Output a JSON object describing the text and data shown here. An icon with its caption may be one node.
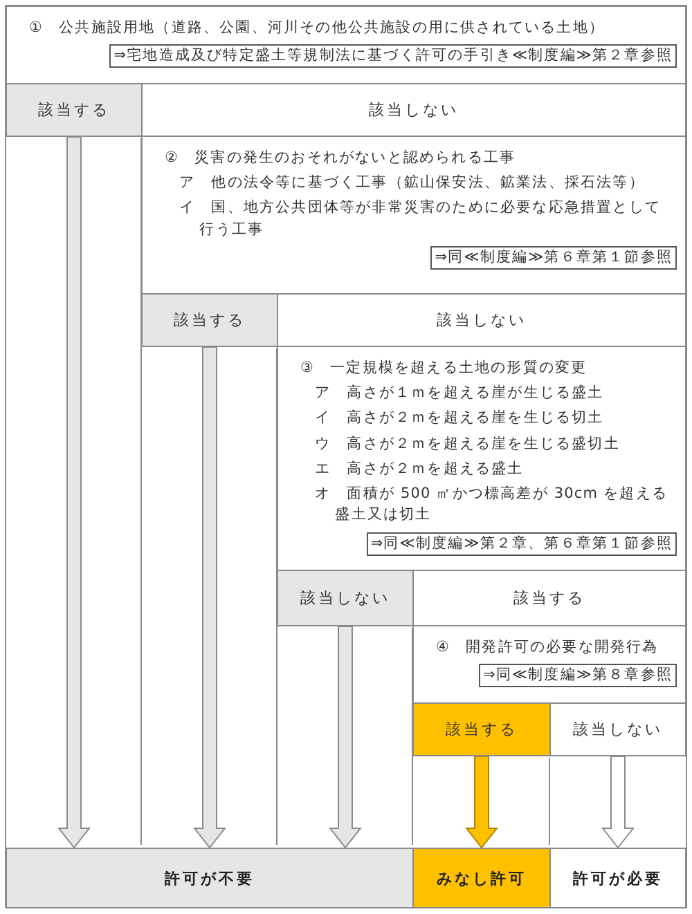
{
  "diagram": {
    "nodes": [
      {
        "text": [
          "①　公共施設用地（道路、公園、河川その他公共施設の用に供されている土地）",
          "⇒宅地造成及び特定盛土等規制法に基づく許可の手引き≪制度編≫第２章参照"
        ]
      },
      {
        "text": [
          "該当する"
        ]
      },
      {
        "text": [
          "該当しない"
        ]
      },
      {
        "text": [
          "②　災害の発生のおそれがないと認められる工事",
          "ア　他の法令等に基づく工事（鉱山保安法、鉱業法、採石法等）",
          "イ　国、地方公共団体等が非常災害のために必要な応急措置として行う工事",
          "⇒同≪制度編≫第６章第１節参照"
        ]
      },
      {
        "text": [
          "該当する"
        ]
      },
      {
        "text": [
          "該当しない"
        ]
      },
      {
        "text": [
          "③　一定規模を超える土地の形質の変更",
          "ア　高さが１ｍを超える崖が生じる盛土",
          "イ　高さが２ｍを超える崖を生じる切土",
          "ウ　高さが２ｍを超える崖を生じる盛切土",
          "エ　高さが２ｍを超える盛土",
          "オ　面積が 500 ㎡かつ標高差が 30cm を超える盛土又は切土",
          "⇒同≪制度編≫第２章、第６章第１節参照"
        ]
      },
      {
        "text": [
          "該当しない"
        ]
      },
      {
        "text": [
          "該当する"
        ]
      },
      {
        "text": [
          "④　開発許可の必要な開発行為",
          "⇒同≪制度編≫第８章参照"
        ]
      },
      {
        "text": [
          "該当する"
        ]
      },
      {
        "text": [
          "該当しない"
        ]
      },
      {
        "text": [
          "許可が不要"
        ]
      },
      {
        "text": [
          "みなし許可"
        ]
      },
      {
        "text": [
          "許可が必要"
        ]
      }
    ],
    "edges": [
      {
        "from": 1,
        "to": 12,
        "arrow": "to"
      },
      {
        "from": 4,
        "to": 12,
        "arrow": "to"
      },
      {
        "from": 7,
        "to": 12,
        "arrow": "to"
      },
      {
        "from": 10,
        "to": 13,
        "arrow": "to",
        "color": "#ffc000"
      },
      {
        "from": 11,
        "to": 14,
        "arrow": "to",
        "color": "#ffffff"
      }
    ]
  }
}
